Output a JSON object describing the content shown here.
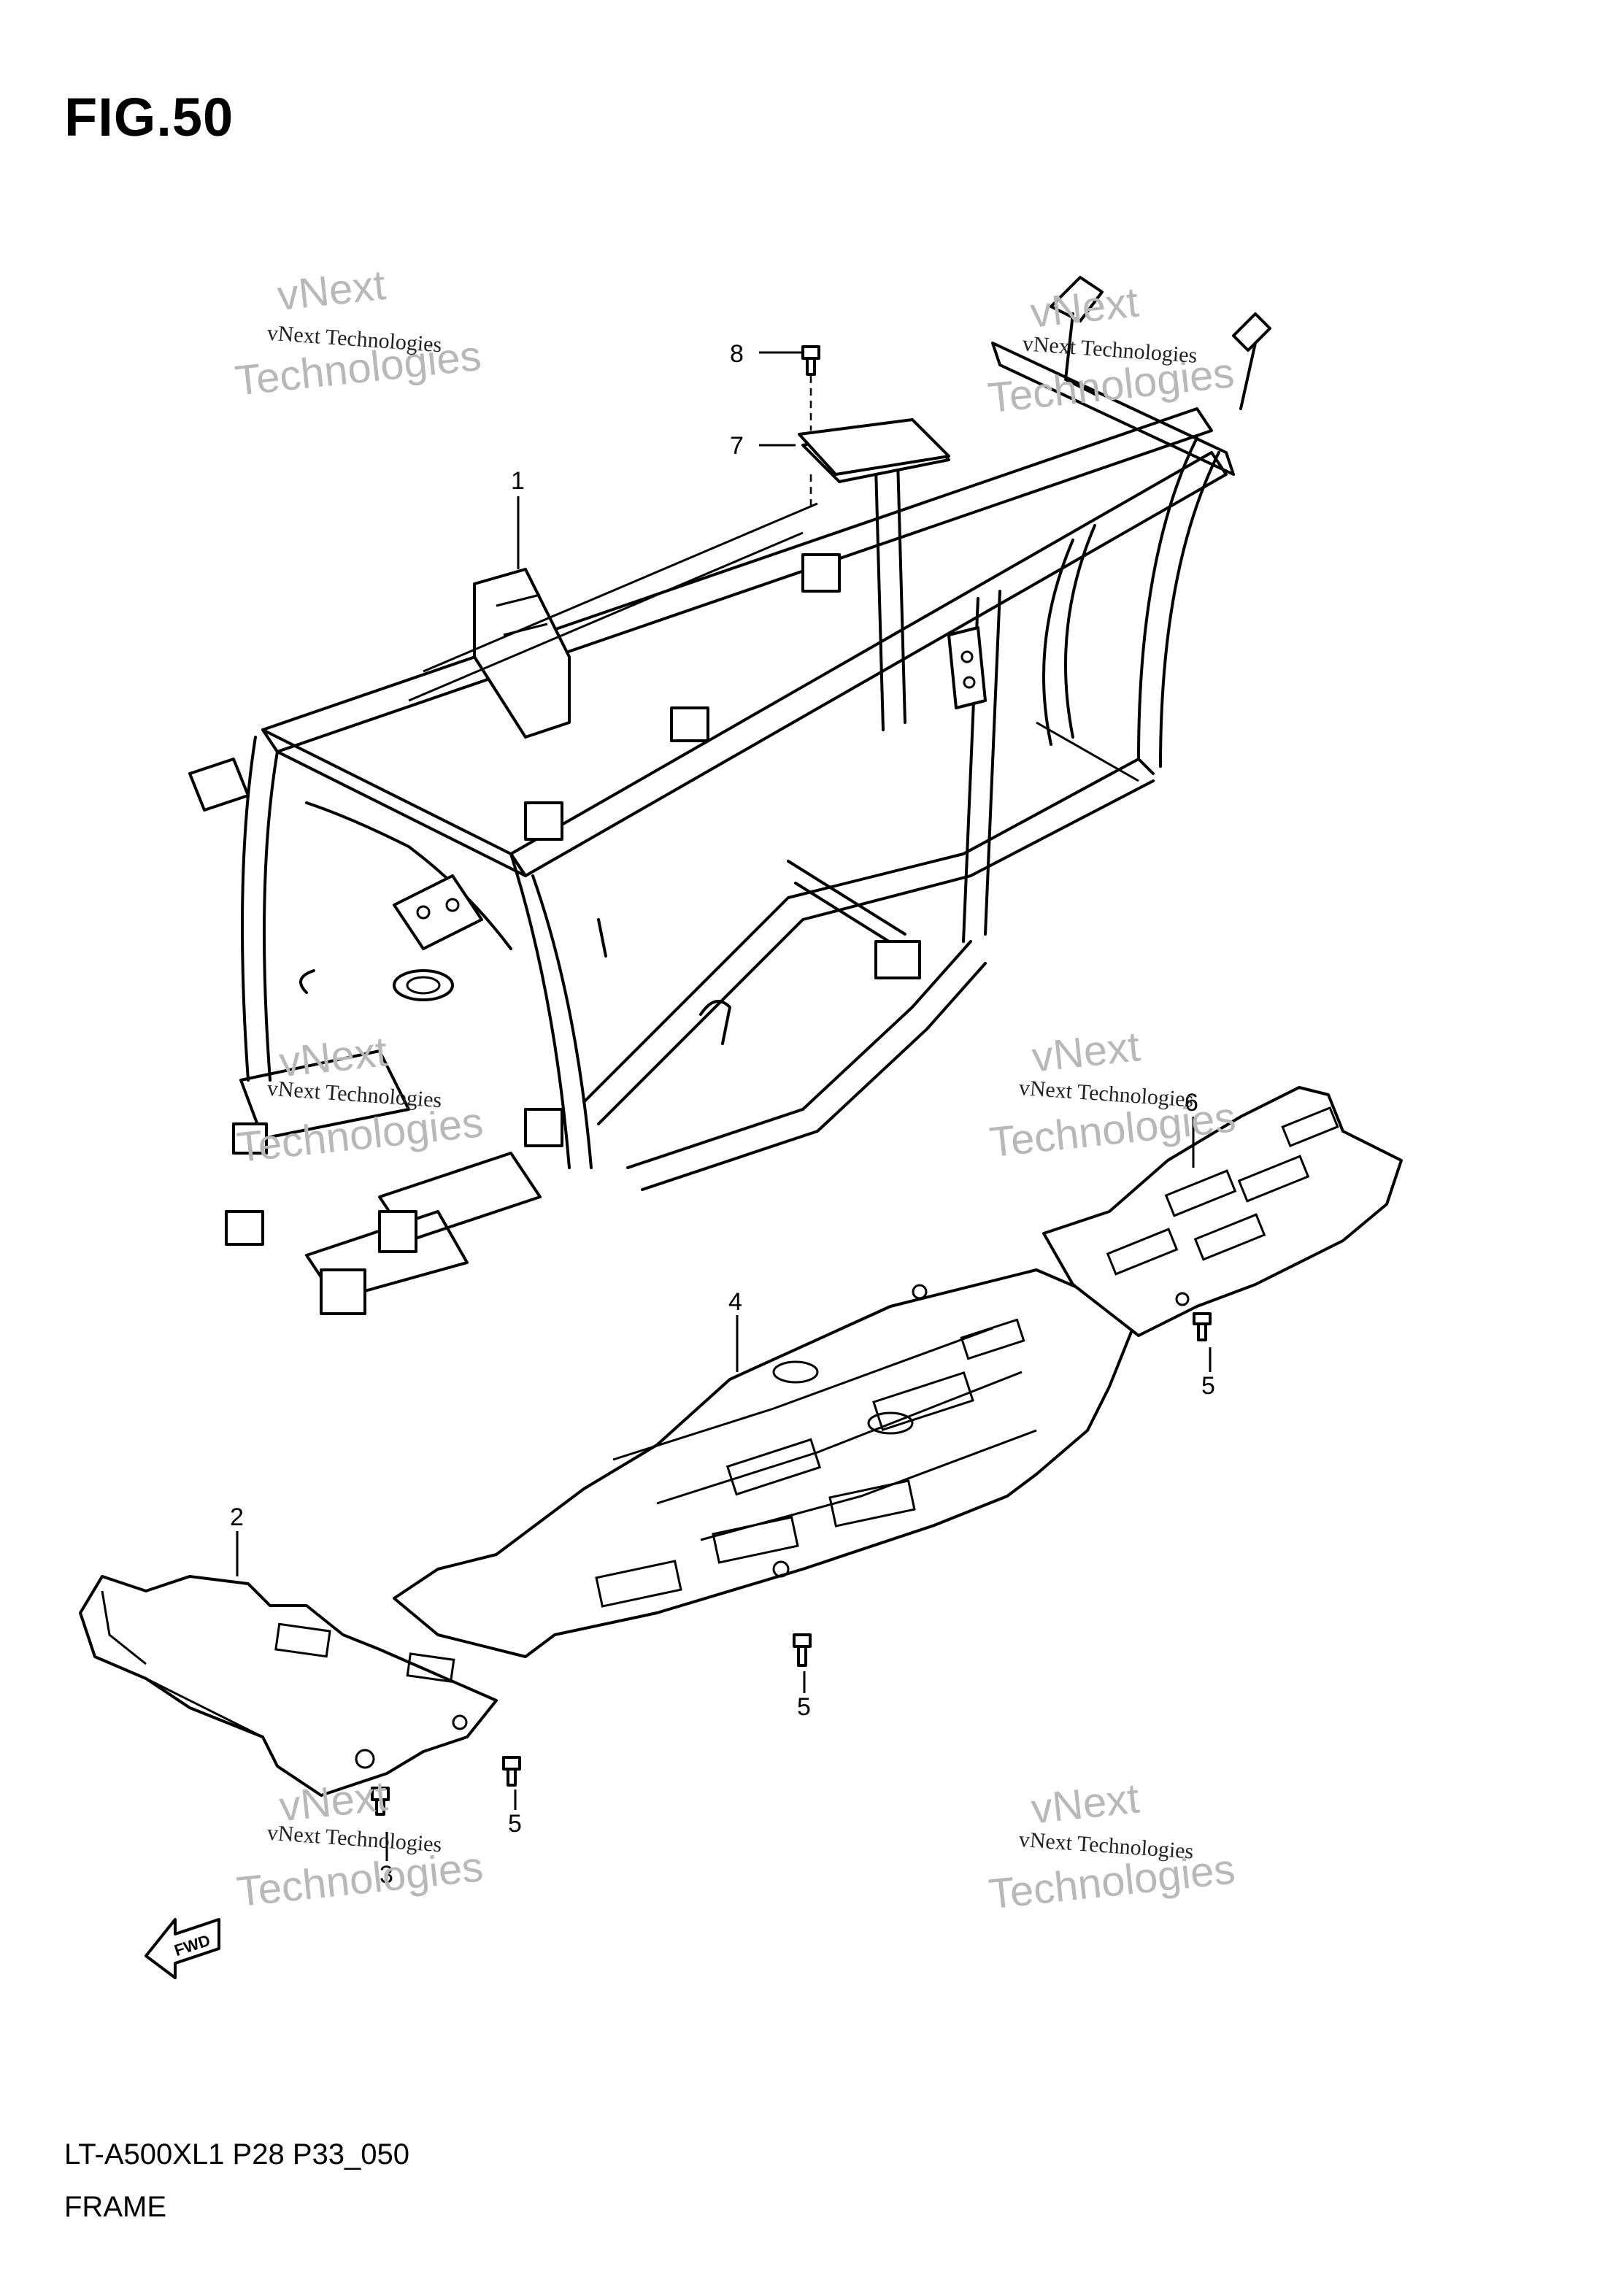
{
  "figure_title": "FIG.50",
  "footer": {
    "model_code": "LT-A500XL1 P28 P33_050",
    "section_name": "FRAME"
  },
  "watermark": {
    "small_text": "vNext Technologies",
    "large_line1": "vNext",
    "large_line2": "Technologies"
  },
  "callouts": [
    {
      "id": "c1",
      "number": "1"
    },
    {
      "id": "c2",
      "number": "2"
    },
    {
      "id": "c3",
      "number": "3"
    },
    {
      "id": "c4",
      "number": "4"
    },
    {
      "id": "c5a",
      "number": "5"
    },
    {
      "id": "c5b",
      "number": "5"
    },
    {
      "id": "c5c",
      "number": "5"
    },
    {
      "id": "c6",
      "number": "6"
    },
    {
      "id": "c7",
      "number": "7"
    },
    {
      "id": "c8",
      "number": "8"
    }
  ],
  "fwd_label": "FWD"
}
